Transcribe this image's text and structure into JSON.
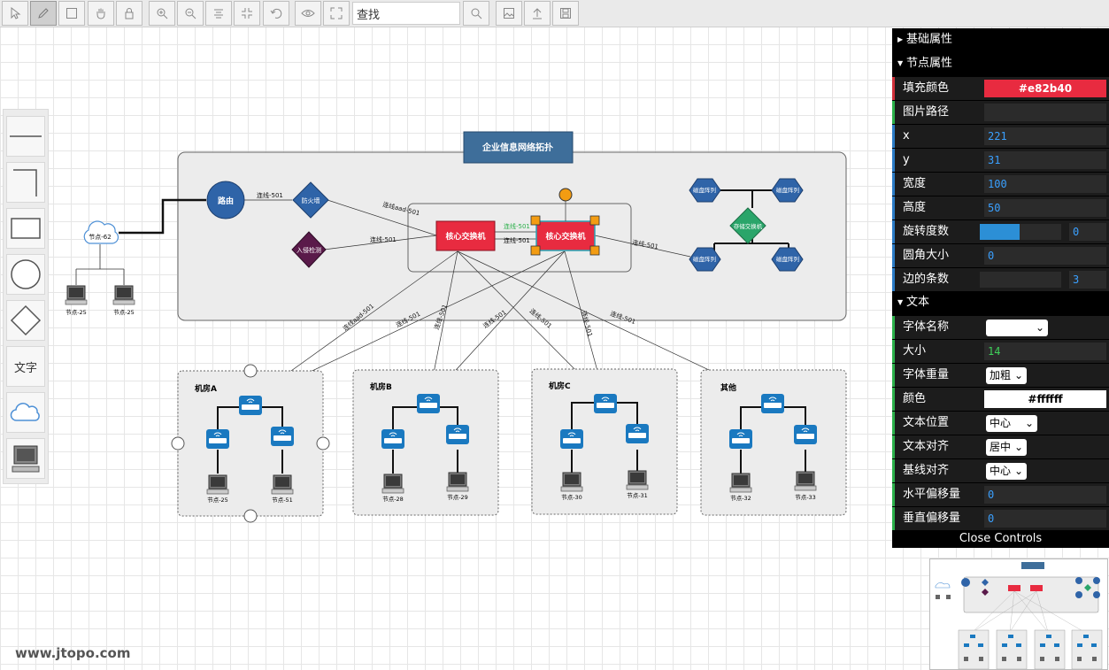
{
  "toolbar": {
    "search_placeholder": "查找",
    "search_value": "查找"
  },
  "palette": {
    "text_item": "文字"
  },
  "diagram": {
    "title": "企业信息网络拓扑",
    "router": "路由",
    "firewall": "防火墙",
    "ids": "入侵检测",
    "core_switch_1": "核心交换机",
    "core_switch_2": "核心交换机",
    "storage_switch": "存储交换机",
    "disk_array": "磁盘阵列",
    "cloud": "节点-62",
    "link_labels": {
      "router_fw": "连线-501",
      "fw_core": "连线aad-501",
      "ids_core": "连线-501",
      "core_core_top": "连线-501",
      "core_core_bottom": "连线-501",
      "core_storage": "连线-501",
      "down_1": "连线aad-501",
      "down_2": "连线-501",
      "down_3": "连线-501",
      "down_4": "连线-501",
      "down_5": "连线-501",
      "down_6": "连线-501",
      "down_7": "连线-501"
    },
    "cloud_nodes": [
      "节点-25",
      "节点-25"
    ],
    "rooms": [
      {
        "name": "机房A",
        "pc_left": "节点-25",
        "pc_right": "节点-51"
      },
      {
        "name": "机房B",
        "pc_left": "节点-28",
        "pc_right": "节点-29"
      },
      {
        "name": "机房C",
        "pc_left": "节点-30",
        "pc_right": "节点-31"
      },
      {
        "name": "其他",
        "pc_left": "节点-32",
        "pc_right": "节点-33"
      }
    ]
  },
  "props": {
    "sections": {
      "basic": "基础属性",
      "node": "节点属性",
      "text": "文本"
    },
    "fill_color_label": "填充颜色",
    "fill_color": "#e82b40",
    "image_path_label": "图片路径",
    "image_path": "",
    "x_label": "x",
    "x": "221",
    "y_label": "y",
    "y": "31",
    "width_label": "宽度",
    "width": "100",
    "height_label": "高度",
    "height": "50",
    "rotation_label": "旋转度数",
    "rotation": "0",
    "radius_label": "圆角大小",
    "radius": "0",
    "sides_label": "边的条数",
    "sides": "3",
    "font_name_label": "字体名称",
    "font_name": "",
    "size_label": "大小",
    "size": "14",
    "font_weight_label": "字体重量",
    "font_weight": "加粗",
    "color_label": "颜色",
    "color": "#ffffff",
    "text_pos_label": "文本位置",
    "text_pos": "中心",
    "text_align_label": "文本对齐",
    "text_align": "居中",
    "baseline_label": "基线对齐",
    "baseline": "中心",
    "h_offset_label": "水平偏移量",
    "h_offset": "0",
    "v_offset_label": "垂直偏移量",
    "v_offset": "0",
    "close": "Close Controls"
  },
  "colors": {
    "core_red": "#e82b40",
    "node_blue": "#2f64a8",
    "ids_purple": "#5a1a4a",
    "storage_green": "#2aa56a",
    "title_box": "#3e6e9a",
    "switch_blue": "#1a79c0",
    "handle_orange": "#f39c12"
  },
  "watermark": "www.jtopo.com"
}
